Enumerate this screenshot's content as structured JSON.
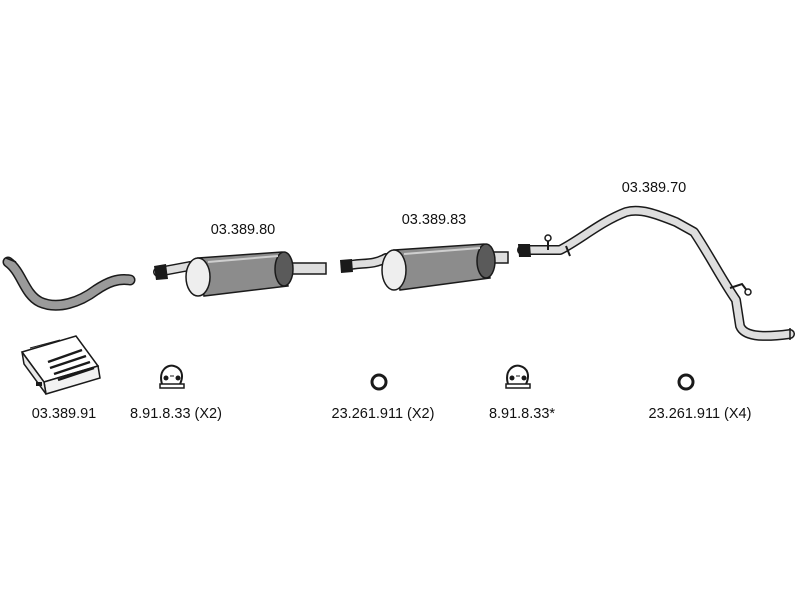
{
  "diagram": {
    "parts": [
      {
        "id": "front_pipe",
        "label": ""
      },
      {
        "id": "front_muffler",
        "label": "03.389.80"
      },
      {
        "id": "center_muffler",
        "label": "03.389.83"
      },
      {
        "id": "tail_pipe",
        "label": "03.389.70"
      },
      {
        "id": "mounting_kit",
        "label": "03.389.91"
      },
      {
        "id": "clamp_1",
        "label": "8.91.8.33 (X2)"
      },
      {
        "id": "ring_1",
        "label": "23.261.911 (X2)"
      },
      {
        "id": "clamp_2",
        "label": "8.91.8.33*"
      },
      {
        "id": "ring_2",
        "label": "23.261.911 (X4)"
      }
    ]
  },
  "colors": {
    "line": "#1a1a1a",
    "muffler_fill": "#8c8c8c",
    "muffler_dark": "#5a5a5a",
    "pipe_fill": "#dedede",
    "front_pipe_fill": "#9a9a9a"
  }
}
